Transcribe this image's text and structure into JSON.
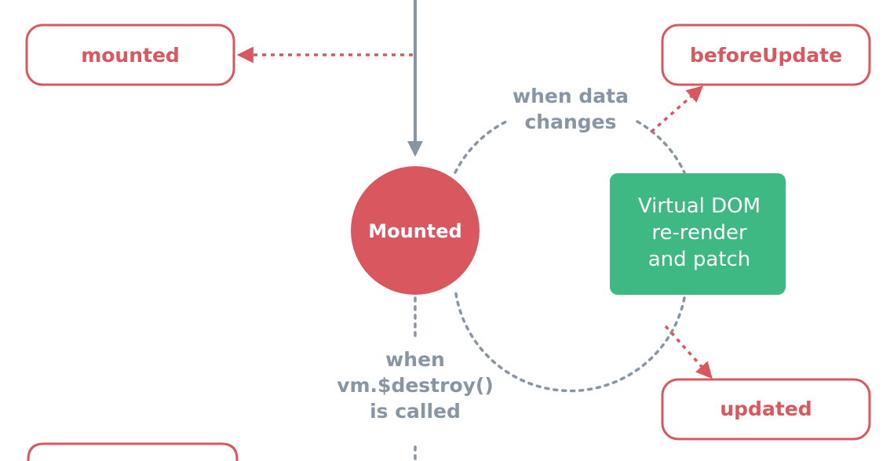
{
  "diagram": {
    "hooks": {
      "mounted": "mounted",
      "before_update": "beforeUpdate",
      "updated": "updated"
    },
    "state": {
      "label": "Mounted"
    },
    "data_change_label": {
      "line1": "when data",
      "line2": "changes"
    },
    "virtual_dom": {
      "line1": "Virtual DOM",
      "line2": "re-render",
      "line3": "and patch"
    },
    "destroy_label": {
      "line1": "when",
      "line2": "vm.$destroy()",
      "line3": "is called"
    },
    "colors": {
      "hook_red": "#d9575f",
      "state_red": "#d9575f",
      "vdom_green": "#3eb983",
      "connector_grey": "#8796a2"
    }
  }
}
